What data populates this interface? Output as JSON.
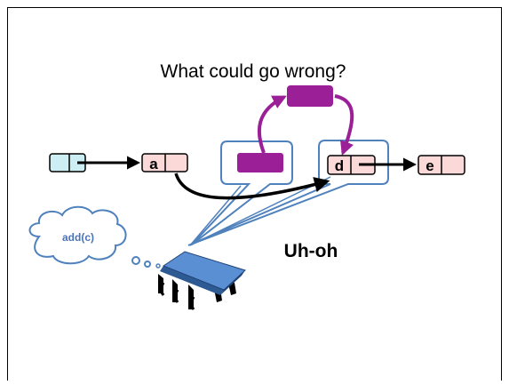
{
  "slide": {
    "title": "What could go wrong?",
    "exclamation": "Uh-oh"
  },
  "list": {
    "nodes": [
      {
        "label": "",
        "role": "head-sentinel"
      },
      {
        "label": "a"
      },
      {
        "label": "d"
      },
      {
        "label": "e"
      }
    ]
  },
  "thread": {
    "thought": "add(c)",
    "icon": "processor-chip-icon"
  },
  "colors": {
    "node_fill": "#fcd9d9",
    "head_fill": "#cdeef2",
    "new_node_fill": "#9b1f97",
    "thread_blue": "#4f81bd",
    "thread_fill": "#5b8fd4",
    "bubble_text": "#4a74b8",
    "line": "#000000"
  }
}
